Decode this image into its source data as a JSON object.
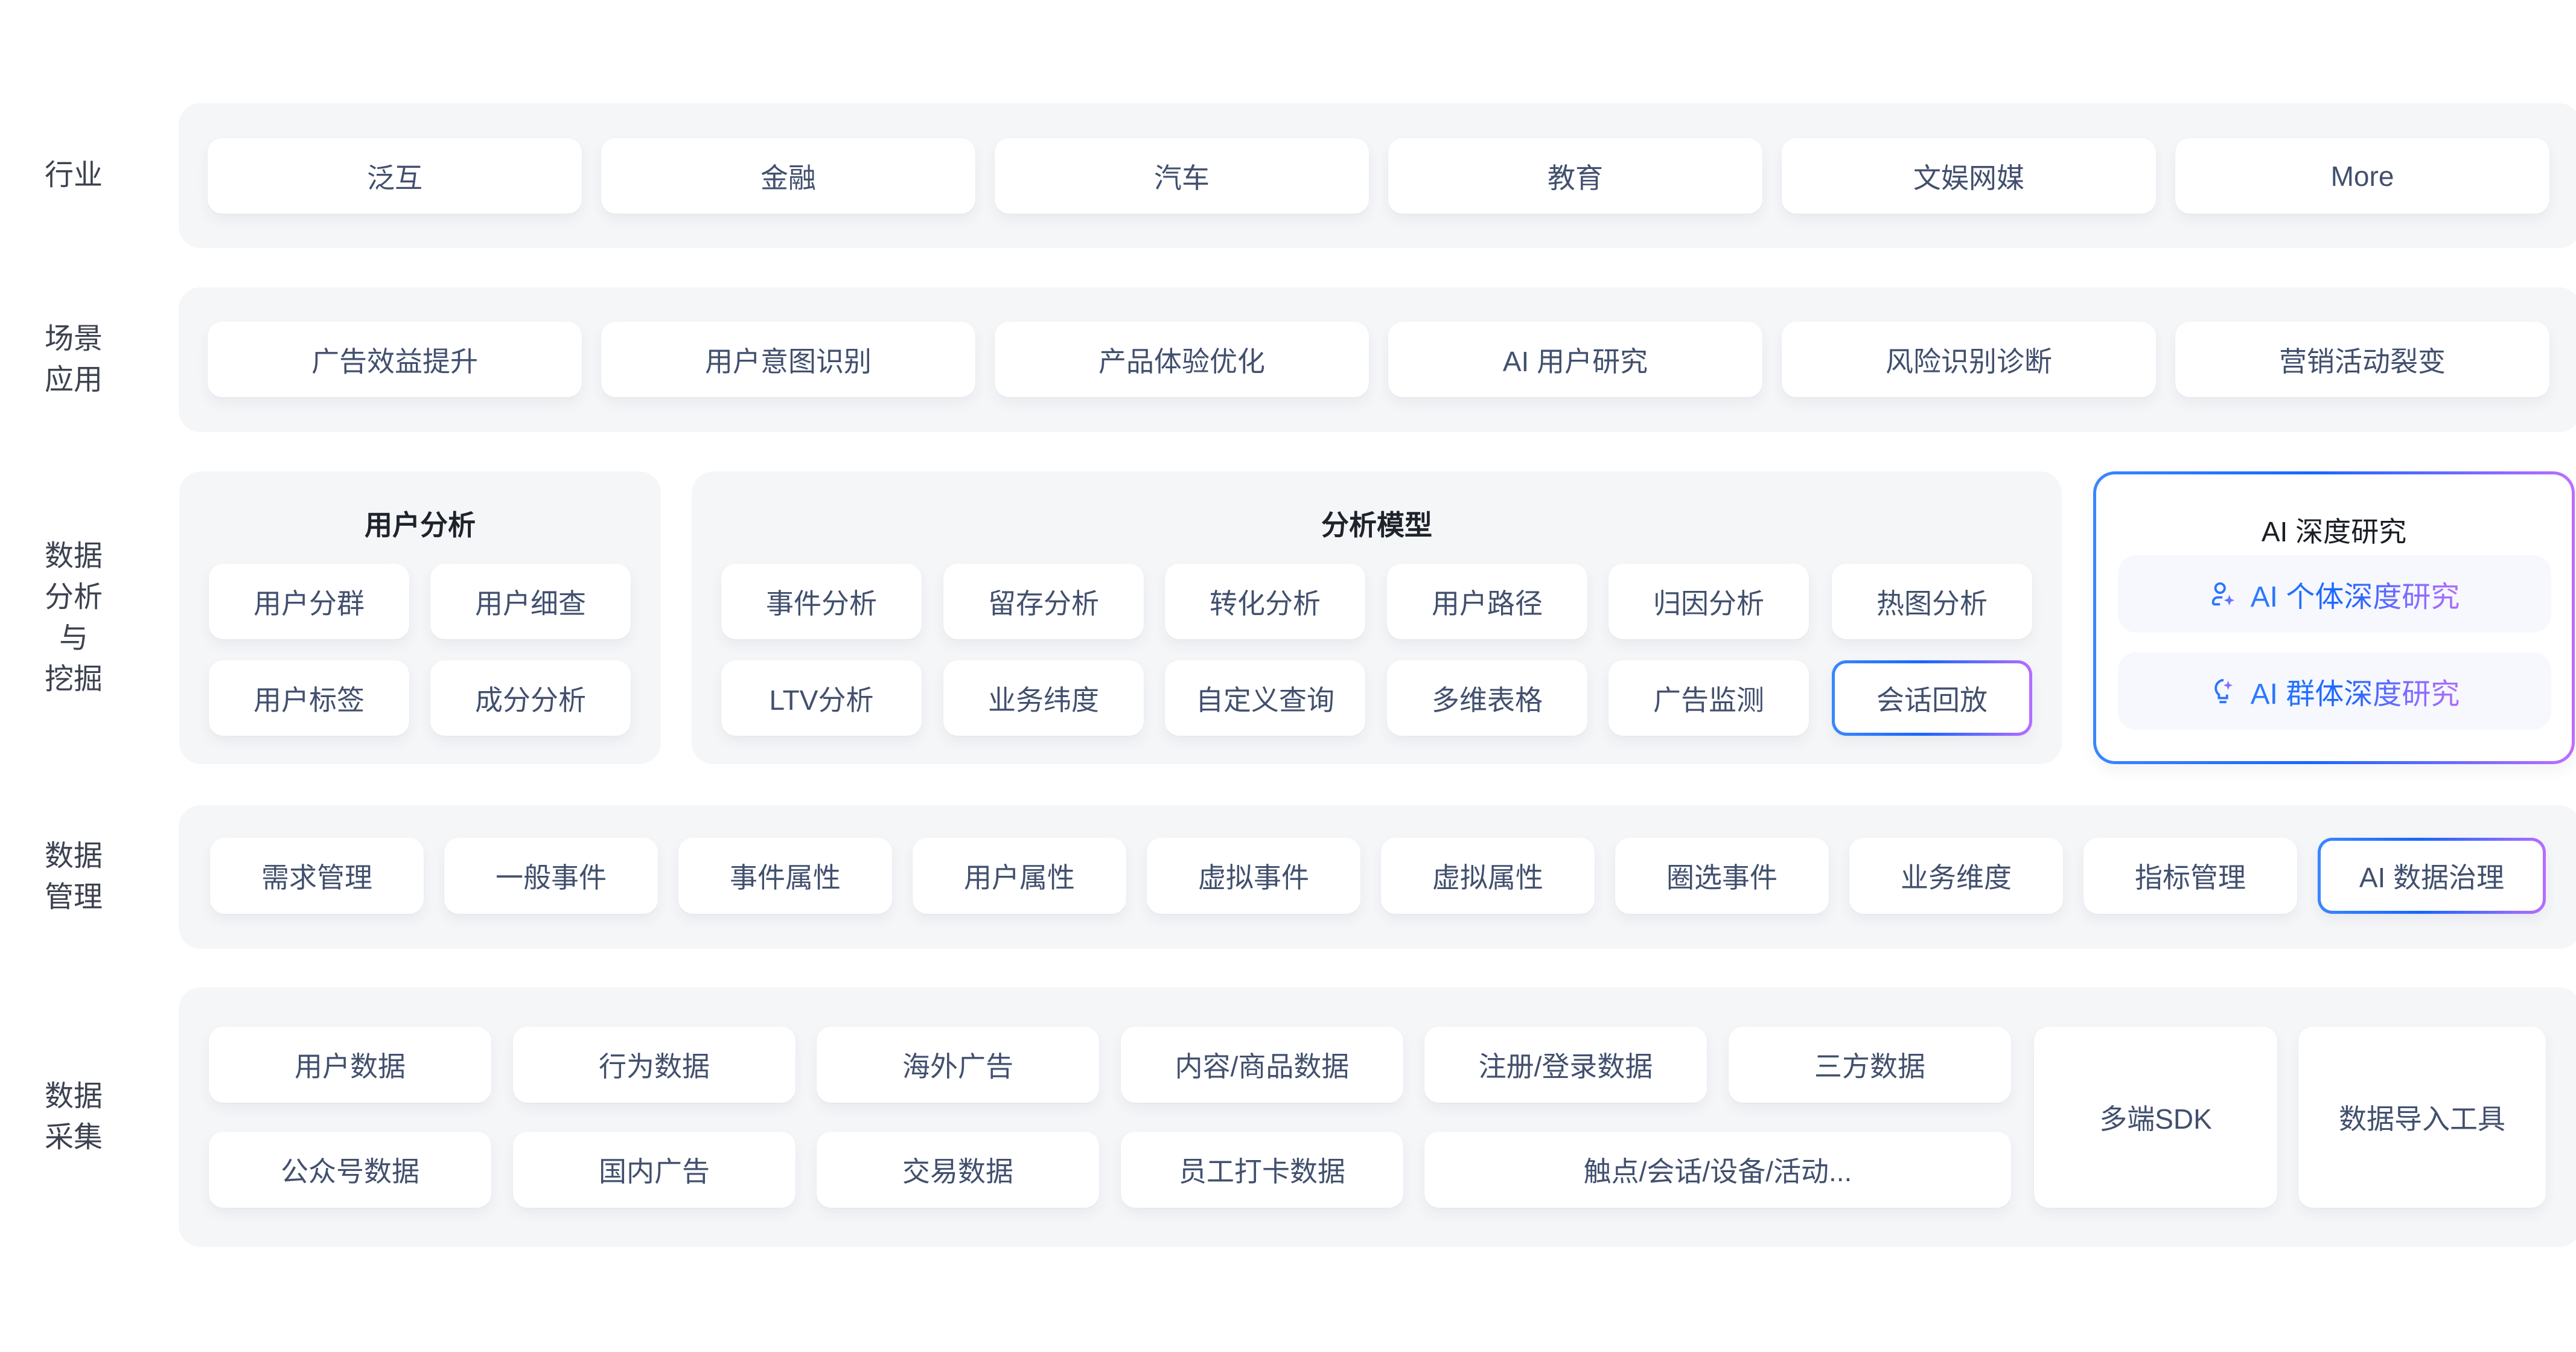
{
  "colors": {
    "panel_bg": "#f5f6f8",
    "card_text": "#42506e",
    "label_text": "#3d4250",
    "heading_text": "#1f232b",
    "ai_gradient_start": "#3a86ff",
    "ai_gradient_mid": "#1a66ff",
    "ai_gradient_end": "#b76cff"
  },
  "rows": {
    "industry": {
      "label": "行业",
      "items": [
        "泛互",
        "金融",
        "汽车",
        "教育",
        "文娱网媒",
        "More"
      ]
    },
    "scenario": {
      "label_line1": "场景",
      "label_line2": "应用",
      "items": [
        "广告效益提升",
        "用户意图识别",
        "产品体验优化",
        "AI 用户研究",
        "风险识别诊断",
        "营销活动裂变"
      ]
    },
    "analysis": {
      "label_line1": "数据",
      "label_line2": "分析",
      "label_line3": "与",
      "label_line4": "挖掘",
      "user_analysis": {
        "title": "用户分析",
        "items": [
          "用户分群",
          "用户细查",
          "用户标签",
          "成分分析"
        ]
      },
      "analysis_models": {
        "title": "分析模型",
        "items": [
          "事件分析",
          "留存分析",
          "转化分析",
          "用户路径",
          "归因分析",
          "热图分析",
          "LTV分析",
          "业务纬度",
          "自定义查询",
          "多维表格",
          "广告监测",
          "会话回放"
        ],
        "highlighted": "会话回放"
      },
      "ai_research": {
        "title": "AI 深度研究",
        "items": [
          {
            "label": "AI 个体深度研究",
            "icon": "user-sparkle-icon"
          },
          {
            "label": "AI 群体深度研究",
            "icon": "lightbulb-sparkle-icon"
          }
        ]
      }
    },
    "data_management": {
      "label_line1": "数据",
      "label_line2": "管理",
      "items": [
        "需求管理",
        "一般事件",
        "事件属性",
        "用户属性",
        "虚拟事件",
        "虚拟属性",
        "圈选事件",
        "业务维度",
        "指标管理",
        "AI 数据治理"
      ],
      "highlighted": "AI 数据治理"
    },
    "data_collection": {
      "label_line1": "数据",
      "label_line2": "采集",
      "grid_row1": [
        "用户数据",
        "行为数据",
        "海外广告",
        "内容/商品数据",
        "注册/登录数据",
        "三方数据"
      ],
      "grid_row2": [
        "公众号数据",
        "国内广告",
        "交易数据",
        "员工打卡数据",
        "触点/会话/设备/活动..."
      ],
      "tall_items": [
        "多端SDK",
        "数据导入工具"
      ]
    }
  }
}
